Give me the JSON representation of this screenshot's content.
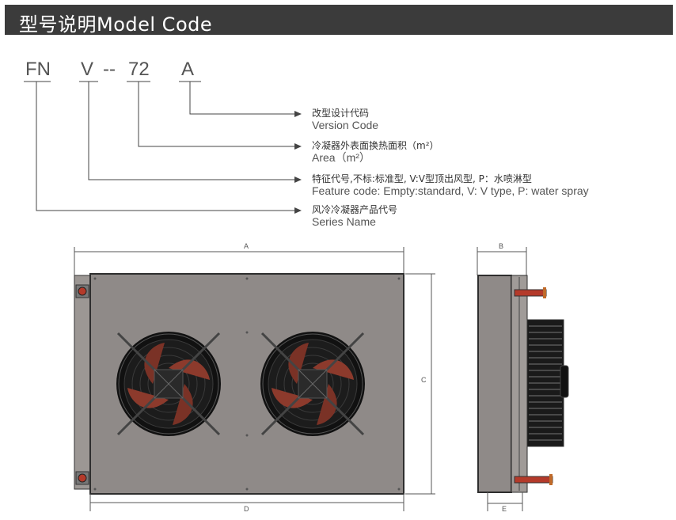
{
  "header": {
    "title": "型号说明Model Code"
  },
  "model_code": {
    "series": "FN",
    "feature": "V",
    "separator": "--",
    "area": "72",
    "version": "A"
  },
  "descriptions": [
    {
      "cn": "改型设计代码",
      "en": "Version Code"
    },
    {
      "cn": "冷凝器外表面换热面积（m²）",
      "en": "Area（m²）"
    },
    {
      "cn": "特征代号,不标:标准型, V:V型顶出风型, P：水喷淋型",
      "en": "Feature code: Empty:standard, V: V type, P: water spray"
    },
    {
      "cn": "风冷冷凝器产品代号",
      "en": "Series Name"
    }
  ],
  "dimensions": {
    "a": "A",
    "b": "B",
    "c": "C",
    "d": "D",
    "e": "E"
  },
  "colors": {
    "header_bg": "#3b3b3b",
    "panel": "#8f8a88",
    "fan": "#1a1a1a",
    "pipe": "#c0392b"
  }
}
